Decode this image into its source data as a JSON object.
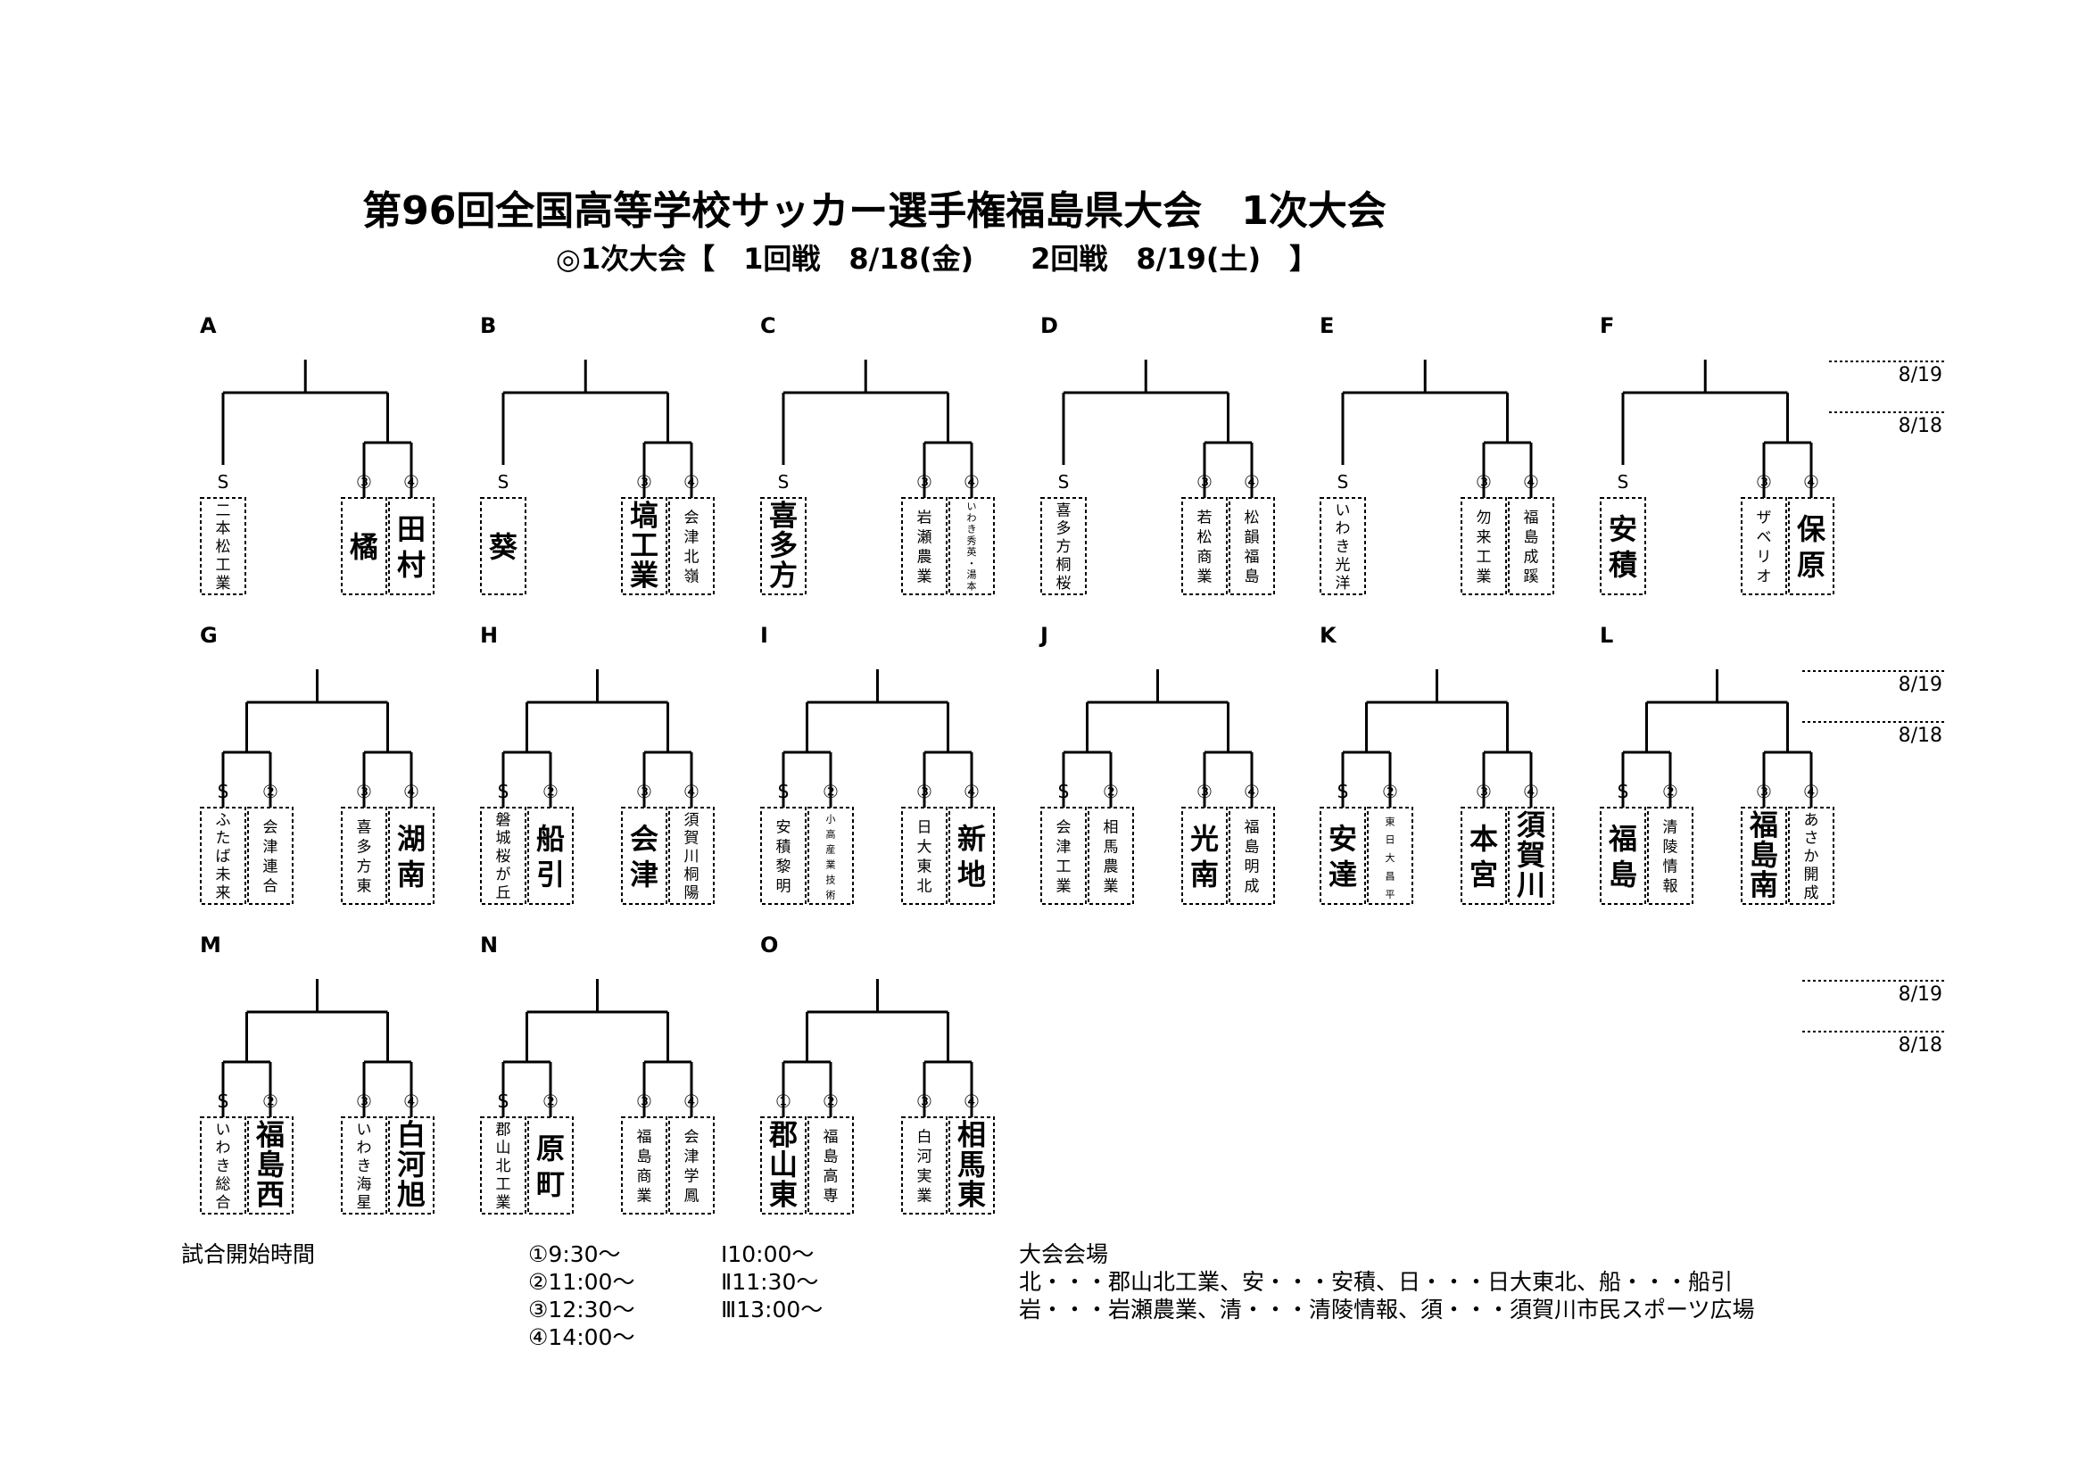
{
  "title": "第96回全国高等学校サッカー選手権福島県大会　1次大会",
  "subtitle": "◎1次大会【　1回戦　8/18(金)　　2回戦　8/19(土)　】",
  "date_labels": [
    "8/19",
    "8/18"
  ],
  "groups": [
    {
      "name": "A",
      "teams": [
        {
          "mark": "S",
          "name": "二本松工業",
          "big": false,
          "bye": true
        },
        {
          "mark": "③",
          "name": "橘",
          "big": true
        },
        {
          "mark": "④",
          "name": "田村",
          "big": true
        }
      ]
    },
    {
      "name": "B",
      "teams": [
        {
          "mark": "S",
          "name": "葵",
          "big": true,
          "bye": true
        },
        {
          "mark": "③",
          "name": "塙工業",
          "big": true
        },
        {
          "mark": "④",
          "name": "会津北嶺",
          "big": false
        }
      ]
    },
    {
      "name": "C",
      "teams": [
        {
          "mark": "S",
          "name": "喜多方",
          "big": true,
          "bye": true
        },
        {
          "mark": "③",
          "name": "岩瀬農業",
          "big": false
        },
        {
          "mark": "④",
          "name": "いわき秀英・湯本",
          "big": false,
          "tiny": true
        }
      ]
    },
    {
      "name": "D",
      "teams": [
        {
          "mark": "S",
          "name": "喜多方桐桜",
          "big": false,
          "bye": true
        },
        {
          "mark": "③",
          "name": "若松商業",
          "big": false
        },
        {
          "mark": "④",
          "name": "松韻福島",
          "big": false
        }
      ]
    },
    {
      "name": "E",
      "teams": [
        {
          "mark": "S",
          "name": "いわき光洋",
          "big": false,
          "bye": true
        },
        {
          "mark": "③",
          "name": "勿来工業",
          "big": false
        },
        {
          "mark": "④",
          "name": "福島成蹊",
          "big": false
        }
      ]
    },
    {
      "name": "F",
      "teams": [
        {
          "mark": "S",
          "name": "安積",
          "big": true,
          "bye": true
        },
        {
          "mark": "③",
          "name": "ザベリオ",
          "big": false
        },
        {
          "mark": "④",
          "name": "保原",
          "big": true
        }
      ]
    },
    {
      "name": "G",
      "teams": [
        {
          "mark": "S",
          "name": "ふたば未来",
          "big": false
        },
        {
          "mark": "②",
          "name": "会津連合",
          "big": false
        },
        {
          "mark": "③",
          "name": "喜多方東",
          "big": false
        },
        {
          "mark": "④",
          "name": "湖南",
          "big": true
        }
      ]
    },
    {
      "name": "H",
      "teams": [
        {
          "mark": "S",
          "name": "磐城桜が丘",
          "big": false
        },
        {
          "mark": "②",
          "name": "船引",
          "big": true
        },
        {
          "mark": "③",
          "name": "会津",
          "big": true
        },
        {
          "mark": "④",
          "name": "須賀川桐陽",
          "big": false
        }
      ]
    },
    {
      "name": "I",
      "teams": [
        {
          "mark": "S",
          "name": "安積黎明",
          "big": false
        },
        {
          "mark": "②",
          "name": "小高産業技術",
          "big": false,
          "tiny": true
        },
        {
          "mark": "③",
          "name": "日大東北",
          "big": false
        },
        {
          "mark": "④",
          "name": "新地",
          "big": true
        }
      ]
    },
    {
      "name": "J",
      "teams": [
        {
          "mark": "S",
          "name": "会津工業",
          "big": false
        },
        {
          "mark": "②",
          "name": "相馬農業",
          "big": false
        },
        {
          "mark": "③",
          "name": "光南",
          "big": true
        },
        {
          "mark": "④",
          "name": "福島明成",
          "big": false
        }
      ]
    },
    {
      "name": "K",
      "teams": [
        {
          "mark": "S",
          "name": "安達",
          "big": true
        },
        {
          "mark": "②",
          "name": "東日大昌平",
          "big": false,
          "tiny": true
        },
        {
          "mark": "③",
          "name": "本宮",
          "big": true
        },
        {
          "mark": "④",
          "name": "須賀川",
          "big": true
        }
      ]
    },
    {
      "name": "L",
      "teams": [
        {
          "mark": "S",
          "name": "福島",
          "big": true
        },
        {
          "mark": "②",
          "name": "清陵情報",
          "big": false
        },
        {
          "mark": "③",
          "name": "福島南",
          "big": true
        },
        {
          "mark": "④",
          "name": "あさか開成",
          "big": false
        }
      ]
    },
    {
      "name": "M",
      "teams": [
        {
          "mark": "S",
          "name": "いわき総合",
          "big": false
        },
        {
          "mark": "②",
          "name": "福島西",
          "big": true
        },
        {
          "mark": "③",
          "name": "いわき海星",
          "big": false
        },
        {
          "mark": "④",
          "name": "白河旭",
          "big": true
        }
      ]
    },
    {
      "name": "N",
      "teams": [
        {
          "mark": "S",
          "name": "郡山北工業",
          "big": false
        },
        {
          "mark": "②",
          "name": "原町",
          "big": true
        },
        {
          "mark": "③",
          "name": "福島商業",
          "big": false
        },
        {
          "mark": "④",
          "name": "会津学鳳",
          "big": false
        }
      ]
    },
    {
      "name": "O",
      "teams": [
        {
          "mark": "①",
          "name": "郡山東",
          "big": true
        },
        {
          "mark": "②",
          "name": "福島高専",
          "big": false
        },
        {
          "mark": "③",
          "name": "白河実業",
          "big": false
        },
        {
          "mark": "④",
          "name": "相馬東",
          "big": true
        }
      ]
    }
  ],
  "schedule": {
    "heading": "試合開始時間",
    "times": [
      "①9:30～",
      "②11:00～",
      "③12:30～",
      "④14:00～"
    ],
    "times_roman": [
      "Ⅰ10:00～",
      "Ⅱ11:30～",
      "Ⅲ13:00～"
    ]
  },
  "venue": {
    "heading": "大会会場",
    "lines": [
      "北・・・郡山北工業、安・・・安積、日・・・日大東北、船・・・船引",
      "岩・・・岩瀬農業、清・・・清陵情報、須・・・須賀川市民スポーツ広場"
    ]
  }
}
